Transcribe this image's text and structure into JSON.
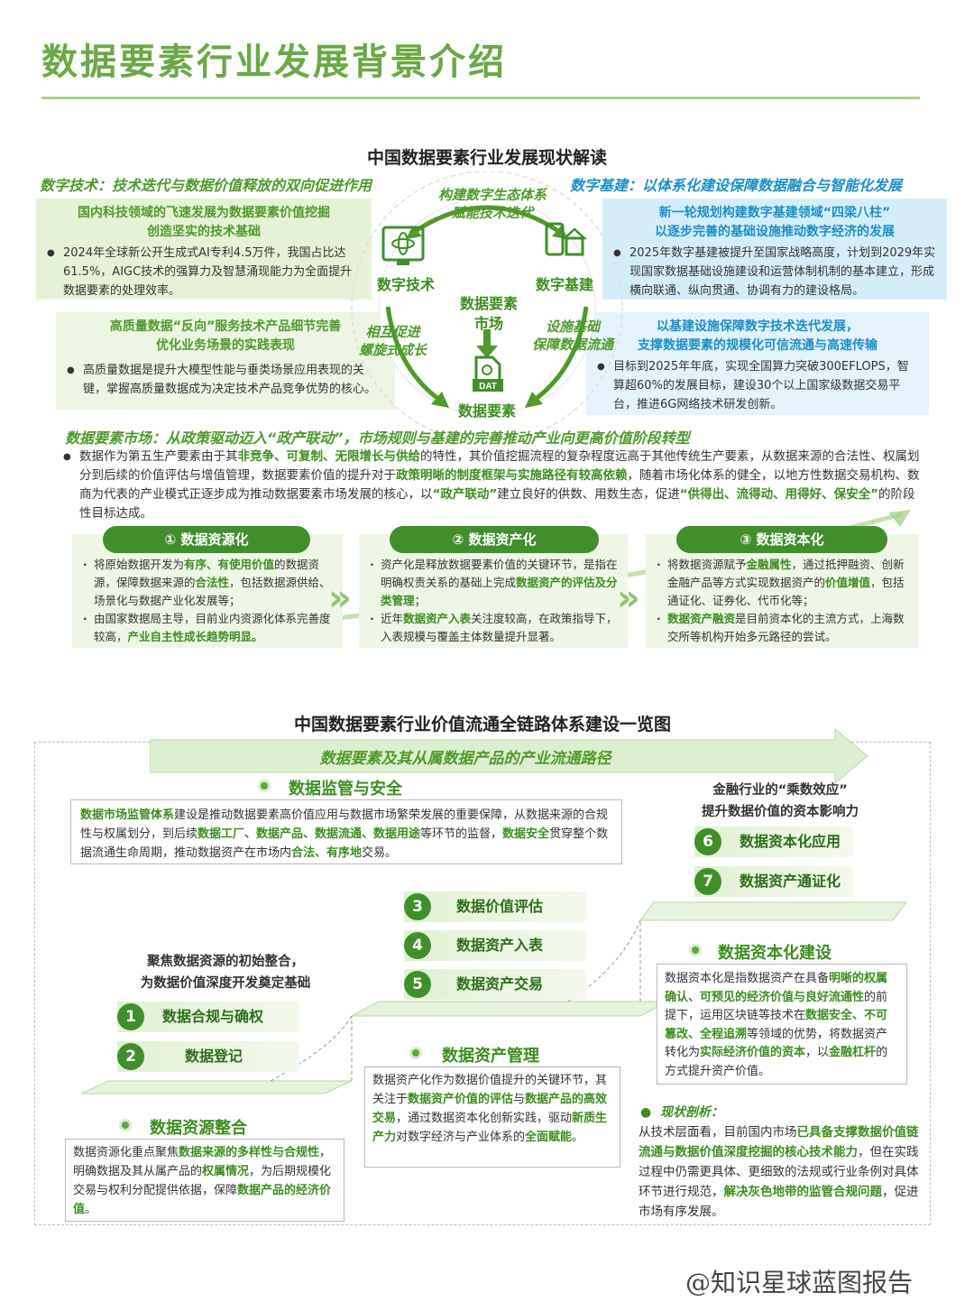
{
  "page_title": "数据要素行业发展背景介绍",
  "section1": {
    "title": "中国数据要素行业发展现状解读",
    "left_heading": "数字技术：技术迭代与数据价值释放的双向促进作用",
    "right_heading": "数字基建：以体系化建设保障数据融合与智能化发展",
    "box_tl": {
      "head1": "国内科技领域的飞速发展为数据要素价值挖掘",
      "head2": "创造坚实的技术基础",
      "bullet": "2024年全球新公开生成式AI专利4.5万件，我国占比达61.5%，AIGC技术的强算力及智慧涌现能力为全面提升数据要素的处理效率。"
    },
    "box_bl": {
      "head1": "高质量数据“反向”服务技术产品细节完善",
      "head2": "优化业务场景的实践表现",
      "bullet": "高质量数据是提升大模型性能与垂类场景应用表现的关键，掌握高质量数据成为决定技术产品竞争优势的核心。"
    },
    "box_tr": {
      "head1": "新一轮规划构建数字基建领域“四梁八柱”",
      "head2": "以逐步完善的基础设施推动数字经济的发展",
      "bullet": "2025年数字基建被提升至国家战略高度，计划到2029年实现国家数据基础设施建设和运营体制机制的基本建立，形成横向联通、纵向贯通、协调有力的建设格局。"
    },
    "box_br": {
      "head1": "以基建设施保障数字技术迭代发展，",
      "head2": "支撑数据要素的规模化可信流通与高速传输",
      "bullet": "目标到2025年年底，实现全国算力突破300EFLOPS，智算超60%的发展目标，建设30个以上国家级数据交易平台，推进6G网络技术研发创新。"
    },
    "diagram": {
      "top_arc_1": "构建数字生态体系",
      "top_arc_2": "赋能技术迭代",
      "node_left": "数字技术",
      "node_right": "数字基建",
      "node_bottom": "数据要素",
      "center_1": "数据要素",
      "center_2": "市场",
      "left_arc_1": "相互促进",
      "left_arc_2": "螺旋式成长",
      "right_arc_1": "设施基础",
      "right_arc_2": "保障数据流通",
      "dat_label": "DAT"
    },
    "market_heading": "数据要素市场：从政策驱动迈入“政产联动”，市场规则与基建的完善推动产业向更高价值阶段转型",
    "market_text": {
      "p1": "数据作为第五生产要素由于其",
      "h1": "非竞争、可复制、无限增长与供给",
      "p2": "的特性，其价值挖掘流程的复杂程度远高于其他传统生产要素，从数据来源的合法性、权属划分到后续的价值评估与增值管理，数据要素价值的提升对于",
      "h2": "政策明晰的制度框架与实施路径有较高依赖",
      "p3": "，随着市场化体系的健全，以地方性数据交易机构、数商为代表的产业模式正逐步成为推动数据要素市场发展的核心，以",
      "h3": "“政产联动”",
      "p4": "建立良好的供数、用数生态，促进",
      "h4": "“供得出、流得动、用得好、保安全”",
      "p5": "的阶段性目标达成。"
    },
    "stages": [
      {
        "label": "① 数据资源化",
        "b1": [
          "将原始数据开发为",
          "有序、有使用价值",
          "的数据资源，保障数据来源的",
          "合法性",
          "，包括数据源供给、场景化与数据产业化发展等；"
        ],
        "b2": [
          "由国家数据局主导，目前业内资源化体系完善度较高，",
          "产业自主性成长趋势明显。",
          "",
          "",
          ""
        ]
      },
      {
        "label": "② 数据资产化",
        "b1": [
          "资产化是释放数据要素价值的关键环节，是指在明确权责关系的基础上完成",
          "数据资产的评估及分类管理",
          "；",
          "",
          ""
        ],
        "b2": [
          "近年",
          "数据资产入表",
          "关注度较高，在政策指导下，入表规模与覆盖主体数量提升显著。",
          "",
          ""
        ]
      },
      {
        "label": "③ 数据资本化",
        "b1": [
          "将数据资源赋予",
          "金融属性",
          "，通过抵押融资、创新金融产品等方式实现数据资产的",
          "价值增值",
          "，包括通证化、证券化、代币化等；"
        ],
        "b2": [
          "",
          "数据资产融资",
          "是目前资本化的主流方式，上海数交所等机构开始多元路径的尝试。",
          "",
          ""
        ]
      }
    ]
  },
  "section2": {
    "title": "中国数据要素行业价值流通全链路体系建设一览图",
    "arrow_label": "数据要素及其从属数据产品的产业流通路径",
    "supervision": {
      "head": "数据监管与安全",
      "text": [
        "数据市场监管体系",
        "建设是推动数据要素高价值应用与数据市场繁荣发展的重要保障，从数据来源的合规性与权属划分，到后续",
        "数据工厂、数据产品、数据流通、数据用途",
        "等环节的监督，",
        "数据安全",
        "贯穿整个数据流通生命周期，推动数据资产在市场内",
        "合法、有序地",
        "交易。"
      ]
    },
    "finance_note_1": "金融行业的“乘数效应”",
    "finance_note_2": "提升数据价值的资本影响力",
    "focus_note_1": "聚焦数据资源的初始整合，",
    "focus_note_2": "为数据价值深度开发奠定基础",
    "steps": [
      {
        "num": "1",
        "label": "数据合规与确权"
      },
      {
        "num": "2",
        "label": "数据登记"
      },
      {
        "num": "3",
        "label": "数据价值评估"
      },
      {
        "num": "4",
        "label": "数据资产入表"
      },
      {
        "num": "5",
        "label": "数据资产交易"
      },
      {
        "num": "6",
        "label": "数据资本化应用"
      },
      {
        "num": "7",
        "label": "数据资产通证化"
      }
    ],
    "resource": {
      "head": "数据资源整合",
      "text": [
        "数据资源化重点聚焦",
        "数据来源的多样性与合规性",
        "，明确数据及其从属产品的",
        "权属情况",
        "，为后期规模化交易与权利分配提供依据，保障",
        "数据产品的经济价值",
        "。"
      ]
    },
    "asset": {
      "head": "数据资产管理",
      "text": [
        "数据资产化作为数据价值提升的关键环节，其关注于",
        "数据资产价值的评估",
        "与",
        "数据产品的高效交易",
        "，通过数据资本化创新实践，驱动",
        "新质生产力",
        "对数字经济与产业体系的",
        "全面赋能",
        "。"
      ]
    },
    "capital": {
      "head": "数据资本化建设",
      "text": [
        "数据资本化是指数据资产在具备",
        "明晰的权属确认、可预见的经济价值与良好流通性",
        "的前提下，运用区块链等技术在",
        "数据安全、不可篡改、全程追溯",
        "等领域的优势，将数据资产转化为",
        "实际经济价值的资本",
        "，以",
        "金融杠杆",
        "的方式提升资产价值。"
      ]
    },
    "status": {
      "head": "现状剖析：",
      "text": [
        "从技术层面看，目前国内市场",
        "已具备支撑数据价值链流通与数据价值深度挖掘的核心技术能力",
        "，但在实践过程中仍需更具体、更细致的法规或行业条例对具体环节进行规范，",
        "解决灰色地带的监管合规问题",
        "，促进市场有序发展。"
      ]
    }
  },
  "watermark": "@知识星球蓝图报告"
}
